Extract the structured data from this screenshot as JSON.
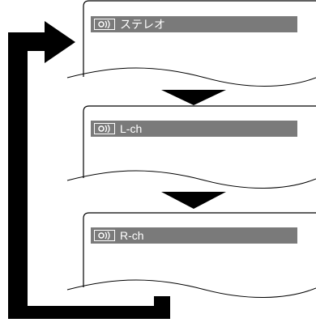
{
  "modes": [
    {
      "label": "ステレオ",
      "icon": "audio-output-icon"
    },
    {
      "label": "L-ch",
      "icon": "audio-output-icon"
    },
    {
      "label": "R-ch",
      "icon": "audio-output-icon"
    }
  ],
  "colors": {
    "bar": "#7a7a7a",
    "bar_text": "#ffffff",
    "arrow": "#000000",
    "frame": "#000000"
  }
}
